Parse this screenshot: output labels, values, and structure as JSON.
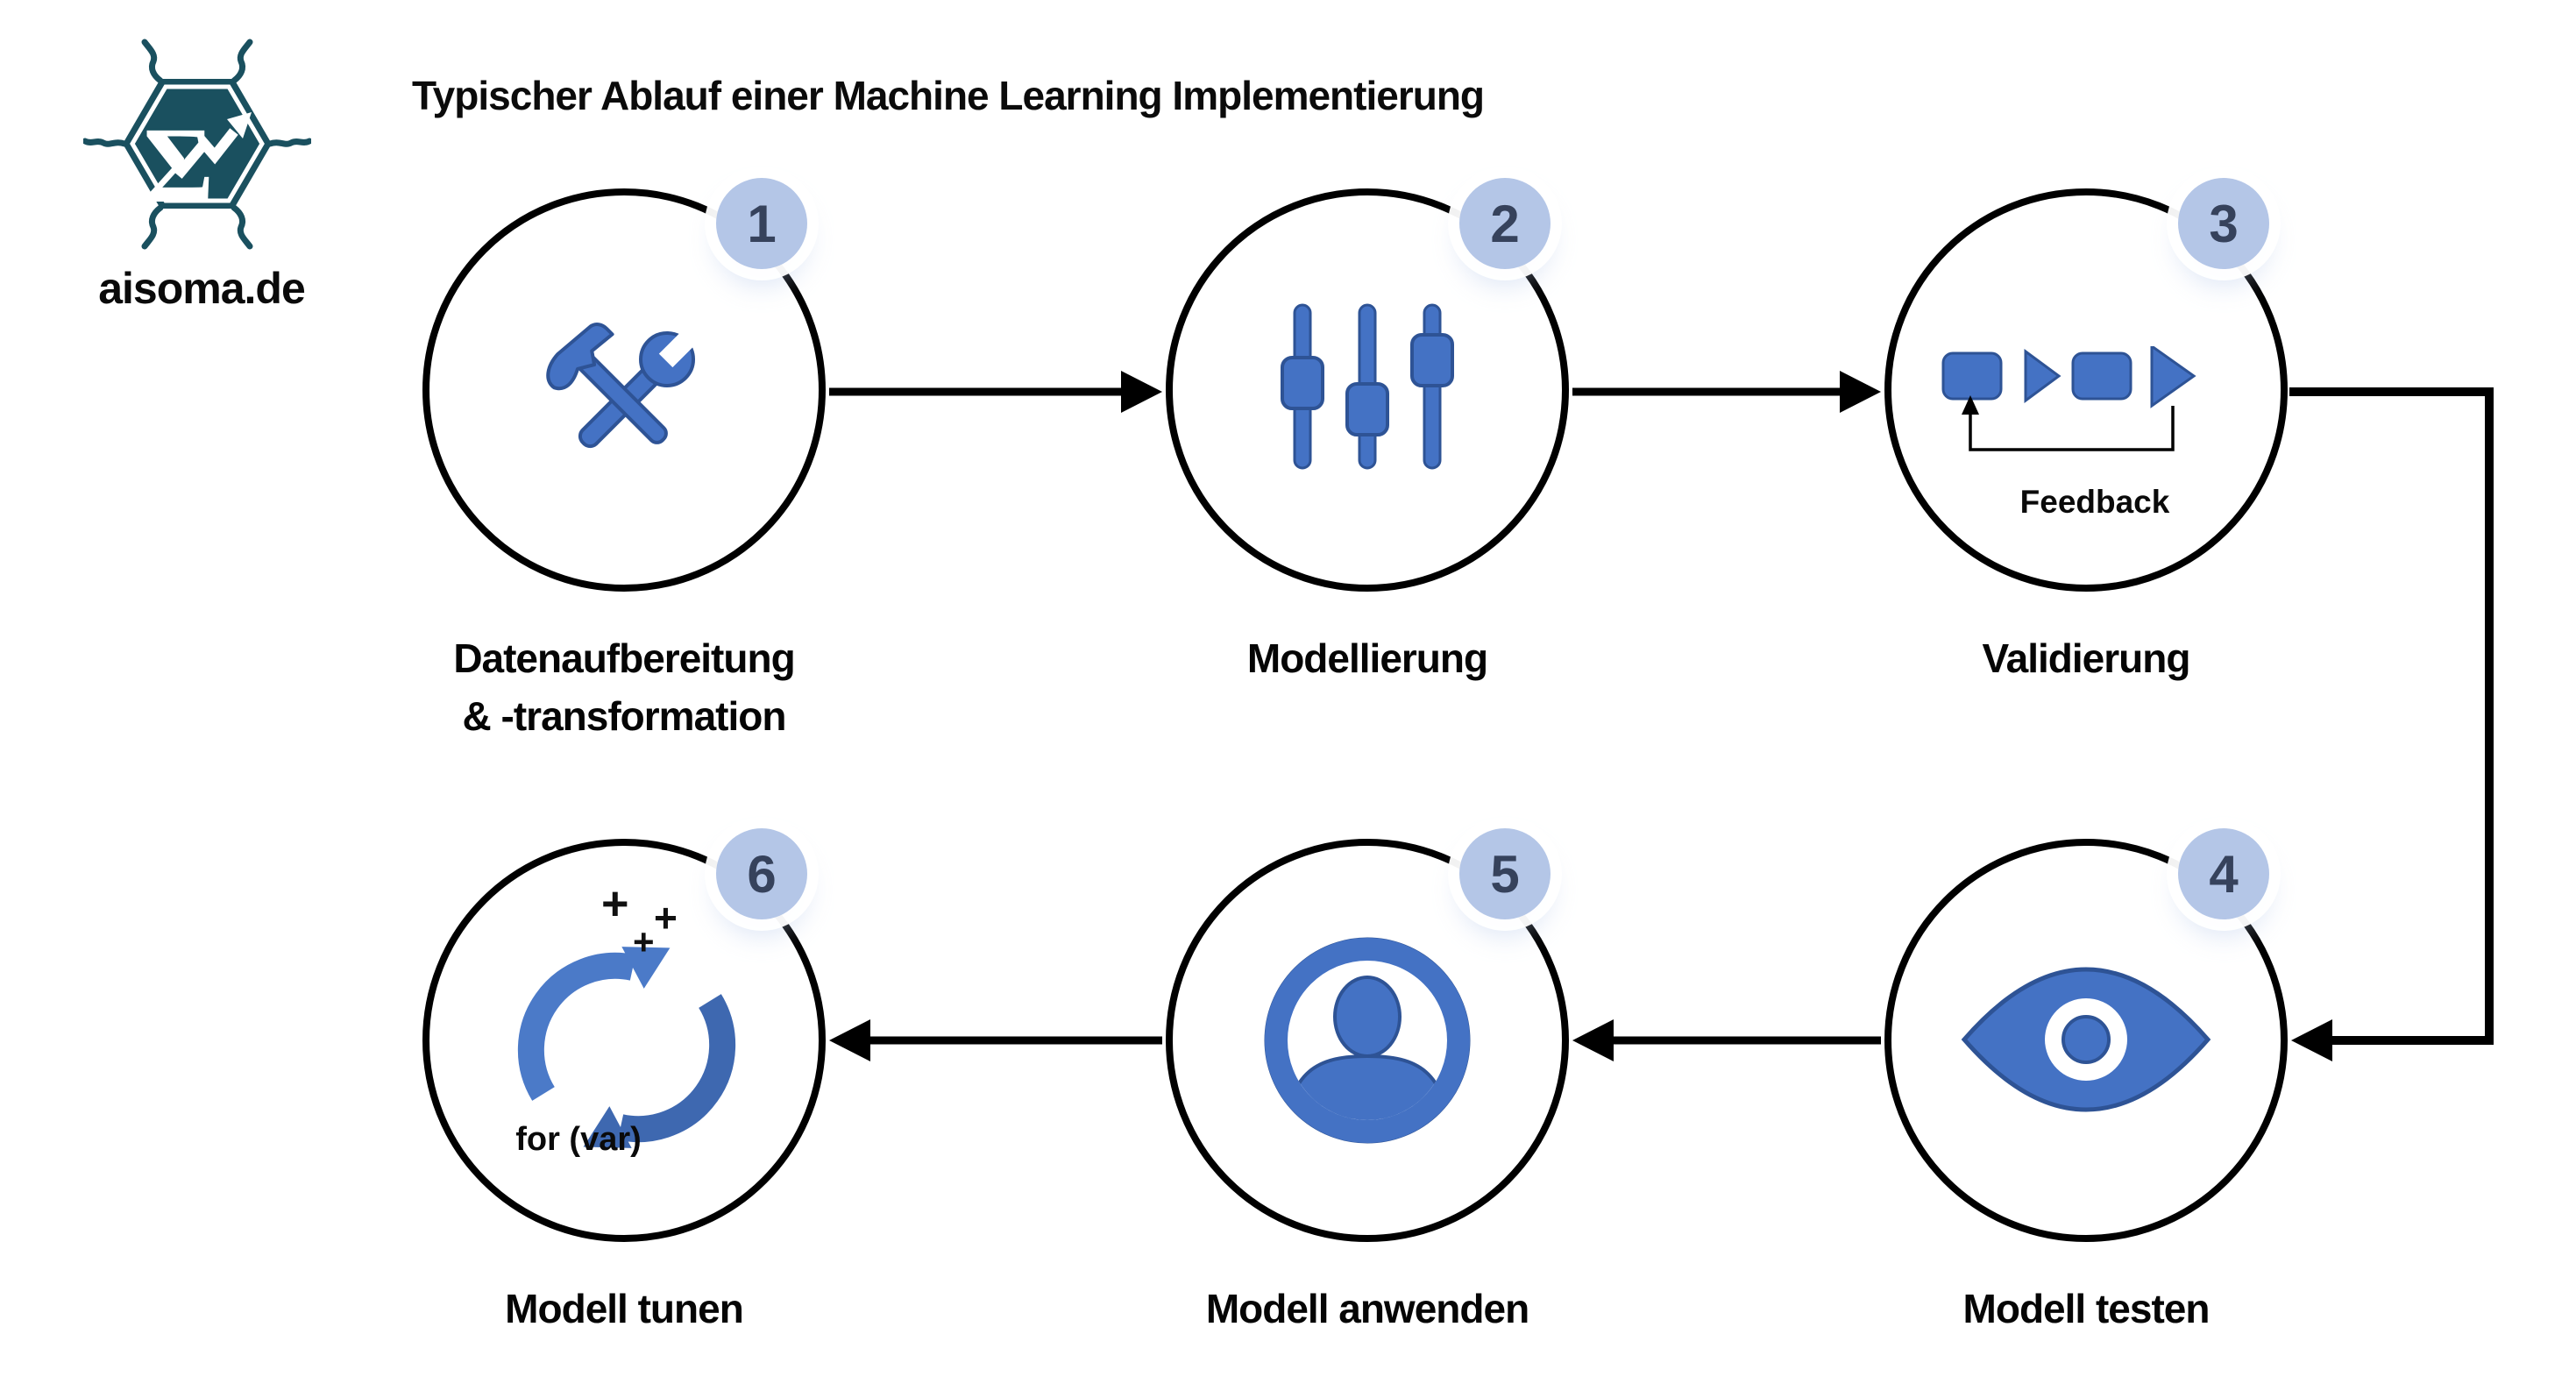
{
  "title": "Typischer Ablauf einer Machine Learning Implementierung",
  "logo": {
    "text": "aisoma.de"
  },
  "steps": [
    {
      "number": "1",
      "label_line1": "Datenaufbereitung",
      "label_line2": "& -transformation",
      "icon": "hammer-and-wrench"
    },
    {
      "number": "2",
      "label_line1": "Modellierung",
      "icon": "sliders"
    },
    {
      "number": "3",
      "label_line1": "Validierung",
      "icon": "process-with-feedback",
      "caption": "Feedback"
    },
    {
      "number": "4",
      "label_line1": "Modell testen",
      "icon": "eye"
    },
    {
      "number": "5",
      "label_line1": "Modell anwenden",
      "icon": "person"
    },
    {
      "number": "6",
      "label_line1": "Modell tunen",
      "icon": "loop-arrows",
      "caption": "for (var)",
      "plus_signs": [
        "+",
        "+",
        "+"
      ]
    }
  ],
  "colors": {
    "icon_blue": "#4472c4",
    "icon_blue_dark": "#2e5395",
    "loop_arrow_dark_blue": "#3e68b0",
    "badge_bg": "#b4c6e7",
    "badge_text": "#36425c",
    "logo_teal": "#1a505f",
    "line_black": "#000000"
  }
}
